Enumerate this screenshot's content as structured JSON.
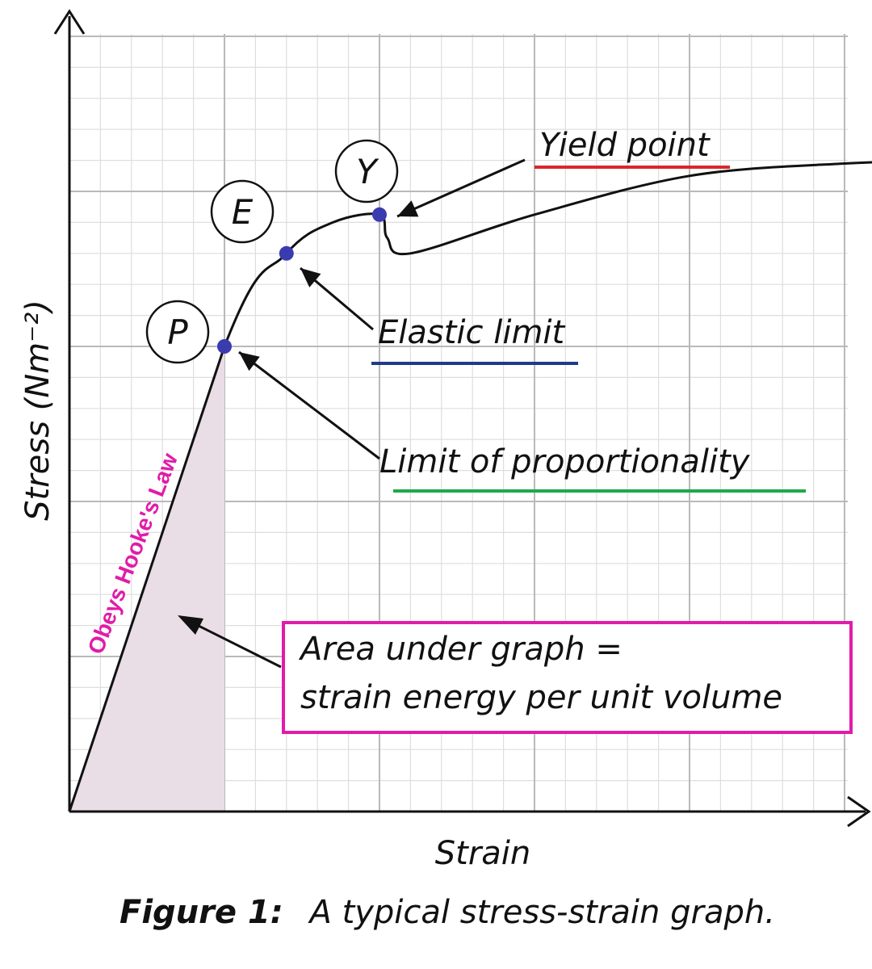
{
  "chart_data": {
    "type": "line",
    "title": "",
    "xlabel": "Strain",
    "ylabel": "Stress (Nm⁻²)",
    "x_ticks": false,
    "y_ticks": false,
    "grid": true,
    "series": [
      {
        "x": [
          0,
          1,
          1.4,
          1.7,
          2.0,
          2.05,
          2.2,
          3.0,
          4.0,
          5.0,
          5.8
        ],
        "y": [
          0,
          3.0,
          3.6,
          3.8,
          3.85,
          3.7,
          3.6,
          3.85,
          4.1,
          4.18,
          4.2
        ]
      }
    ],
    "points": [
      {
        "label": "P",
        "x": 1.0,
        "y": 3.0,
        "annotation": "Limit of proportionality",
        "underline_color": "#22a84a"
      },
      {
        "label": "E",
        "x": 1.4,
        "y": 3.6,
        "annotation": "Elastic limit",
        "underline_color": "#1f3a8a"
      },
      {
        "label": "Y",
        "x": 2.0,
        "y": 3.85,
        "annotation": "Yield point",
        "underline_color": "#d9262b"
      }
    ],
    "shaded_region": {
      "from_x": 0,
      "to_x": 1.0,
      "color": "#e9dde6"
    },
    "hooke_label": "Obeys Hooke's Law",
    "area_note": [
      "Area under graph =",
      "strain energy per unit volume"
    ],
    "accent_color": "#e11ca8",
    "point_color": "#3b3bb0"
  },
  "caption": {
    "bold": "Figure 1:",
    "text": "A typical stress-strain graph."
  }
}
